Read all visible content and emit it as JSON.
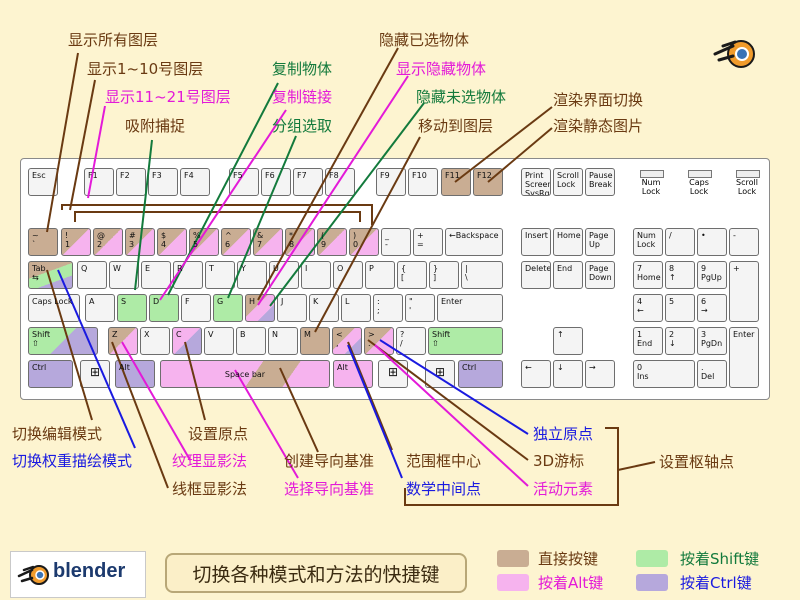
{
  "labels": {
    "show_all_layers": "显示所有图层",
    "show_layers_1_10": "显示1~10号图层",
    "show_layers_11_21": "显示11~21号图层",
    "snap_capture": "吸附捕捉",
    "duplicate_object": "复制物体",
    "duplicate_linked": "复制链接",
    "group_select": "分组选取",
    "hide_selected": "隐藏已选物体",
    "show_hidden": "显示隐藏物体",
    "hide_unselected": "隐藏未选物体",
    "move_to_layer": "移动到图层",
    "render_view_switch": "渲染界面切换",
    "render_still": "渲染静态图片",
    "toggle_edit_mode": "切换编辑模式",
    "toggle_weight_paint": "切换权重描绘模式",
    "set_origin": "设置原点",
    "textured_shading": "纹理显影法",
    "wireframe_shading": "线框显影法",
    "create_nav_base": "创建导向基准",
    "select_nav_base": "选择导向基准",
    "bbox_center": "范围框中心",
    "median_point": "数学中间点",
    "individual_origins": "独立原点",
    "cursor_3d": "3D游标",
    "active_element": "活动元素",
    "set_pivot": "设置枢轴点"
  },
  "title": "切换各种模式和方法的快捷键",
  "logo_text": "blender",
  "legend": {
    "direct": "直接按键",
    "alt": "按着Alt键",
    "shift": "按着Shift键",
    "ctrl": "按着Ctrl键"
  },
  "colors": {
    "direct": "#c9ad93",
    "alt": "#f6b3ee",
    "shift": "#aeeba6",
    "ctrl": "#b6a8dc",
    "default_key": "#f4f4f4",
    "label_brown": "#6a3a12",
    "label_magenta": "#e31ad8",
    "label_green": "#137a3c",
    "label_blue": "#1a1ae0"
  },
  "keys": {
    "esc": "Esc",
    "f1": "F1",
    "f2": "F2",
    "f3": "F3",
    "f4": "F4",
    "f5": "F5",
    "f6": "F6",
    "f7": "F7",
    "f8": "F8",
    "f9": "F9",
    "f10": "F10",
    "f11": "F11",
    "f12": "F12",
    "print": "Print\nScreen\nSysRq",
    "scroll": "Scroll\nLock",
    "pause": "Pause\nBreak",
    "tilde": "~\n`",
    "k1": "!\n1",
    "k2": "@\n2",
    "k3": "#\n3",
    "k4": "$\n4",
    "k5": "%\n5",
    "k6": "^\n6",
    "k7": "&\n7",
    "k8": "*\n8",
    "k9": "(\n9",
    "k0": ")\n0",
    "minus": "_\n-",
    "plus": "+\n=",
    "backspace": "←Backspace",
    "tab": "Tab\n⇆",
    "q": "Q",
    "w": "W",
    "e": "E",
    "r": "R",
    "t": "T",
    "y": "Y",
    "u": "U",
    "i": "I",
    "o": "O",
    "p": "P",
    "lbrace": "{\n[",
    "rbrace": "}\n]",
    "pipe": "|\n\\",
    "caps": "Caps Lock",
    "a": "A",
    "s": "S",
    "d": "D",
    "f": "F",
    "g": "G",
    "h": "H",
    "j": "J",
    "k": "K",
    "l": "L",
    "colon": ":\n;",
    "quote": "\"\n'",
    "enter": "Enter",
    "shift_l": "Shift\n⇧",
    "z": "Z",
    "x": "X",
    "c": "C",
    "v": "V",
    "b": "B",
    "n": "N",
    "m": "M",
    "comma": "<\n,",
    "period": ">\n.",
    "slash": "?\n/",
    "shift_r": "Shift\n⇧",
    "ctrl_l": "Ctrl",
    "alt_l": "Alt",
    "space": "Space bar",
    "alt_r": "Alt",
    "ctrl_r": "Ctrl",
    "insert": "Insert",
    "home": "Home",
    "pgup": "Page\nUp",
    "delete": "Delete",
    "end": "End",
    "pgdn": "Page\nDown",
    "numlock": "Num\nLock",
    "nslash": "/",
    "nstar": "•",
    "nminus": "-",
    "n7": "7\nHome",
    "n8": "8\n↑",
    "n9": "9\nPgUp",
    "nplus": "+",
    "n4": "4\n←",
    "n5": "5",
    "n6": "6\n→",
    "n1": "1\nEnd",
    "n2": "2\n↓",
    "n3": "3\nPgDn",
    "nenter": "Enter",
    "n0": "0\nIns",
    "ndot": ".\nDel",
    "up": "↑",
    "left": "←",
    "down": "↓",
    "right": "→",
    "numlock_led": "Num\nLock",
    "caps_led": "Caps\nLock",
    "scroll_led": "Scroll\nLock"
  }
}
